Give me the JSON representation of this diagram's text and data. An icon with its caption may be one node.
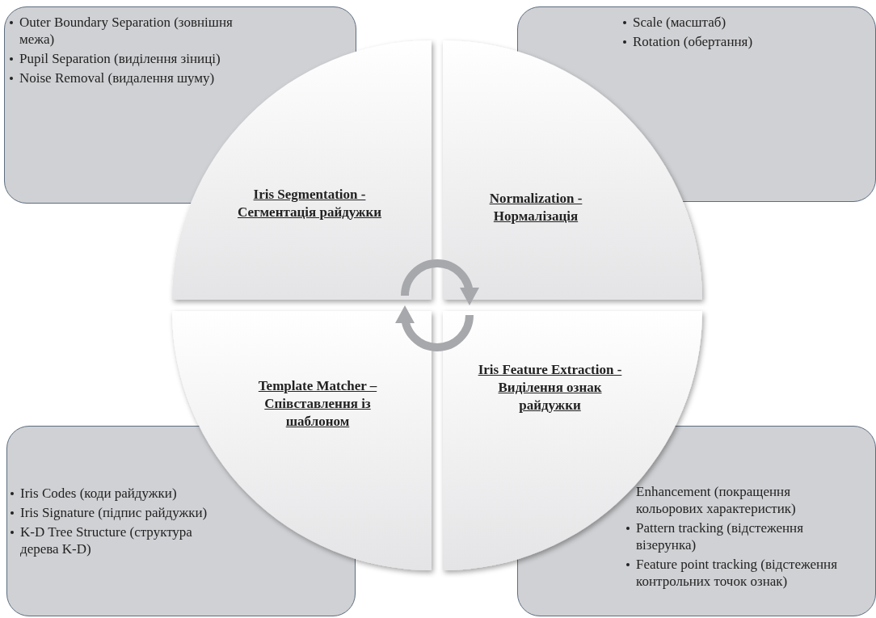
{
  "diagram": {
    "nodes": [
      {
        "text": [
          "Outer Boundary Separation (зовнішня межа)",
          "Pupil Separation (виділення зіниці)",
          "Noise Removal (видалення шуму)"
        ]
      },
      {
        "text": [
          "Iris Segmentation - Сегментація райдужки"
        ]
      },
      {
        "text": [
          "Normalization - Нормалізація"
        ]
      },
      {
        "text": [
          "Scale (масштаб)",
          "Rotation (обертання)"
        ]
      },
      {
        "text": [
          "Iris Codes (коди райдужки)",
          "Iris Signature (підпис райдужки)",
          "K-D Tree Structure (структура дерева K-D)"
        ]
      },
      {
        "text": [
          "Template Matcher – Співставлення із шаблоном"
        ]
      },
      {
        "text": [
          "Iris Feature Extraction - Виділення ознак райдужки"
        ]
      },
      {
        "text": [
          "Enhancement (покращення кольорових характеристик)",
          "Pattern tracking (відстеження візерунка)",
          "Feature point tracking (відстеження контрольних точок ознак)"
        ]
      }
    ],
    "edges": [
      {
        "from": 1,
        "to": 2,
        "arrow": "to"
      },
      {
        "from": 6,
        "to": 5,
        "arrow": "to"
      }
    ]
  }
}
